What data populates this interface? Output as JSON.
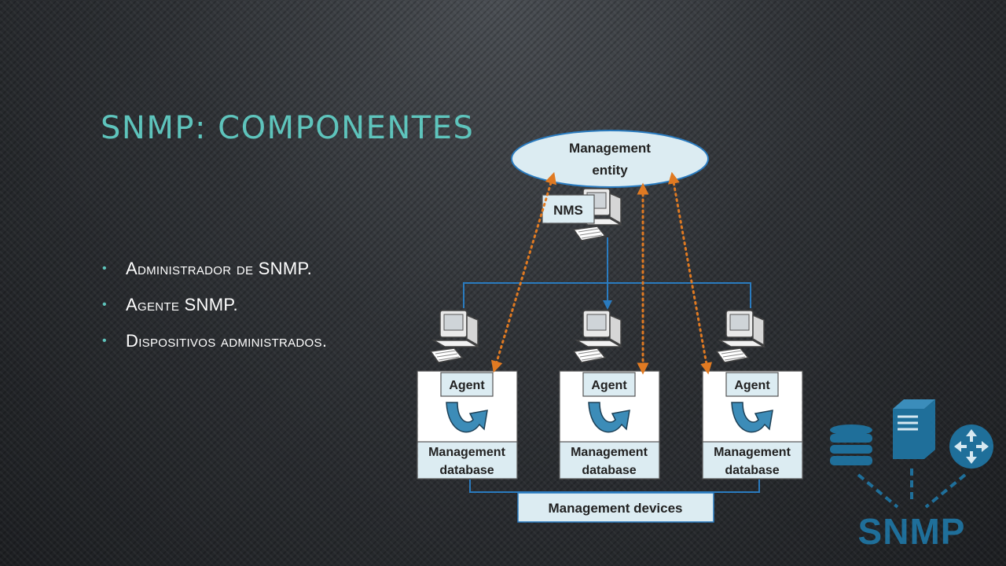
{
  "slide": {
    "title": "SNMP: Componentes",
    "bullets": [
      "Administrador de SNMP.",
      "Agente SNMP.",
      "Dispositivos administrados."
    ]
  },
  "diagram": {
    "entity_line1": "Management",
    "entity_line2": "entity",
    "nms_label": "NMS",
    "devices": [
      {
        "agent": "Agent",
        "db_line1": "Management",
        "db_line2": "database"
      },
      {
        "agent": "Agent",
        "db_line1": "Management",
        "db_line2": "database"
      },
      {
        "agent": "Agent",
        "db_line1": "Management",
        "db_line2": "database"
      }
    ],
    "devices_label": "Management devices"
  },
  "logo": {
    "text": "SNMP",
    "icons": [
      "database-icon",
      "server-icon",
      "router-icon"
    ],
    "color": "#1f6f9a"
  },
  "colors": {
    "title": "#5ec4bc",
    "accent_line": "#2a7bbf",
    "dotted_arrow": "#e07a22",
    "box_fill": "#dcecf2"
  }
}
